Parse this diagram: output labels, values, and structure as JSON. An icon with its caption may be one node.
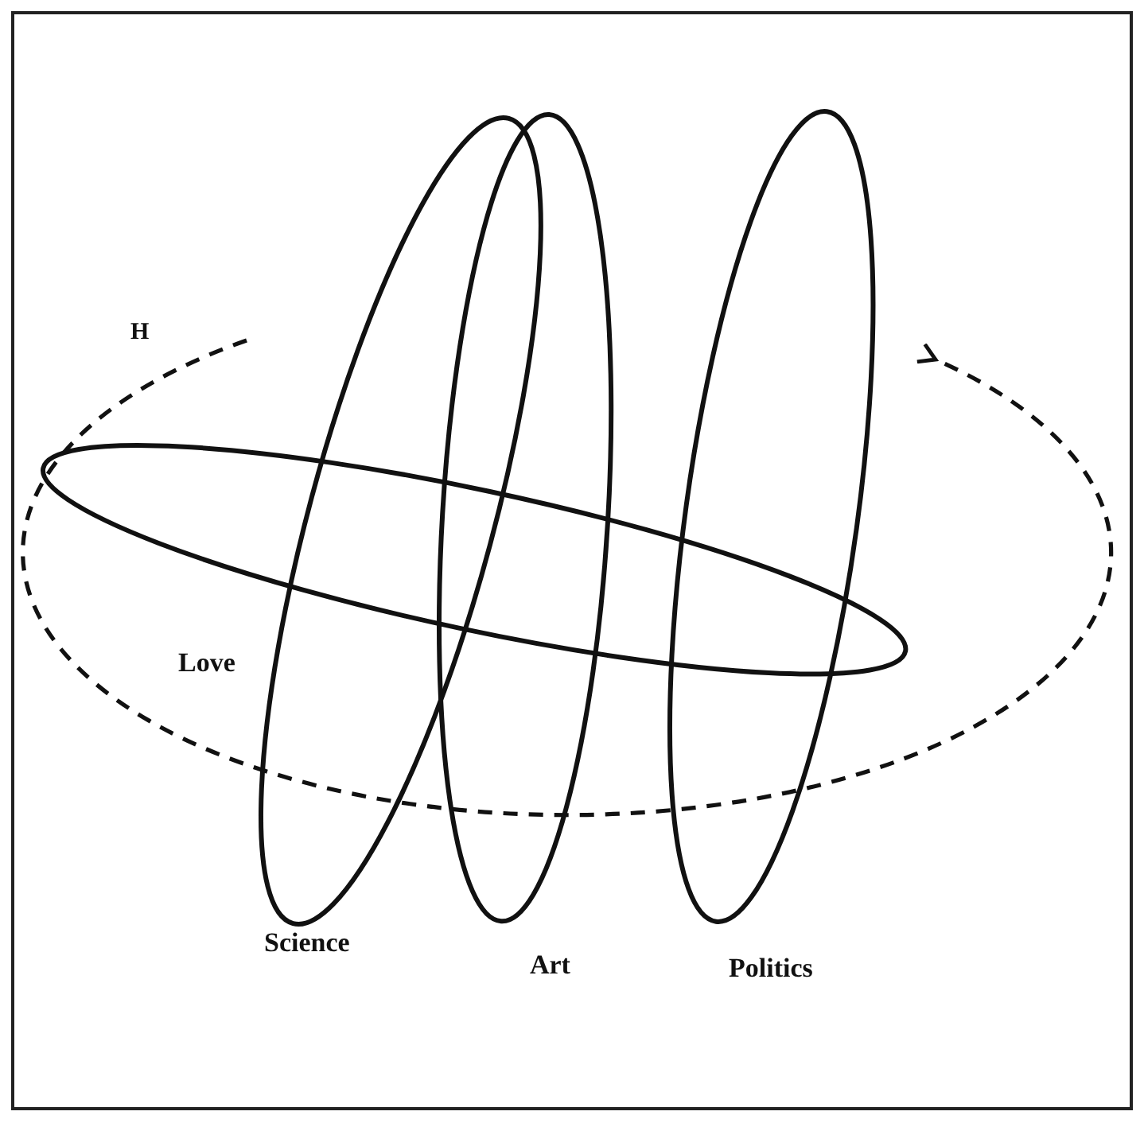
{
  "diagram": {
    "nodes": [
      {
        "text": [
          "Love"
        ]
      },
      {
        "text": [
          "Science"
        ]
      },
      {
        "text": [
          "Art"
        ]
      },
      {
        "text": [
          "Politics"
        ]
      }
    ],
    "labels": [
      "H"
    ]
  }
}
